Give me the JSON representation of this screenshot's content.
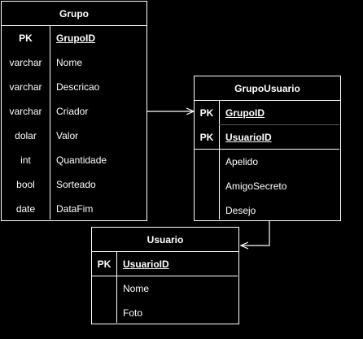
{
  "entities": {
    "grupo": {
      "title": "Grupo",
      "rows": [
        {
          "key": "PK",
          "name": "GrupoID"
        },
        {
          "key": "varchar",
          "name": "Nome"
        },
        {
          "key": "varchar",
          "name": "Descricao"
        },
        {
          "key": "varchar",
          "name": "Criador"
        },
        {
          "key": "dolar",
          "name": "Valor"
        },
        {
          "key": "int",
          "name": "Quantidade"
        },
        {
          "key": "bool",
          "name": "Sorteado"
        },
        {
          "key": "date",
          "name": "DataFim"
        }
      ]
    },
    "grupousuario": {
      "title": "GrupoUsuario",
      "keys": [
        {
          "key": "PK",
          "name": "GrupoID"
        },
        {
          "key": "PK",
          "name": "UsuarioID"
        }
      ],
      "fields": [
        "Apelido",
        "AmigoSecreto",
        "Desejo"
      ]
    },
    "usuario": {
      "title": "Usuario",
      "keys": [
        {
          "key": "PK",
          "name": "UsuarioID"
        }
      ],
      "fields": [
        "Nome",
        "Foto"
      ]
    }
  },
  "colors": {
    "background": "#000000",
    "line": "#ffffff",
    "text": "#ffffff"
  }
}
